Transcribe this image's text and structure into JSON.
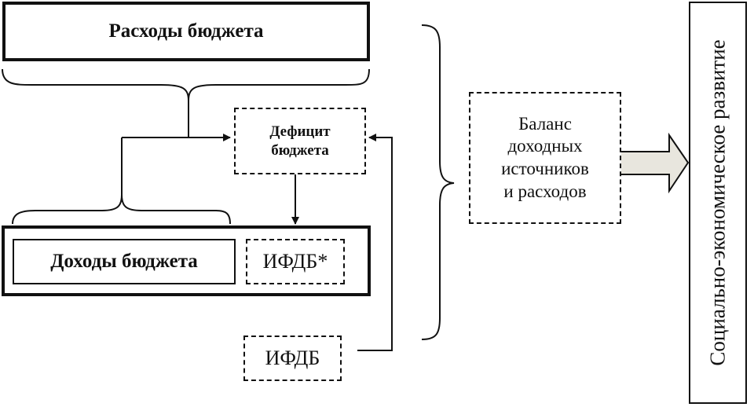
{
  "diagram": {
    "expenses_box": {
      "label": "Расходы бюджета"
    },
    "deficit_box": {
      "line1": "Дефицит",
      "line2": "бюджета"
    },
    "revenue_group": {
      "revenue_box": {
        "label": "Доходы бюджета"
      },
      "ifdb_star_box": {
        "label": "ИФДБ*"
      }
    },
    "ifdb_box": {
      "label": "ИФДБ"
    },
    "balance_box": {
      "lines": [
        "Баланс",
        "доходных",
        "источников",
        "и расходов"
      ]
    },
    "result_box": {
      "label": "Социально-экономическое развитие"
    },
    "colors": {
      "arrow_fill": "#e8e6de",
      "stroke": "#111111"
    }
  }
}
